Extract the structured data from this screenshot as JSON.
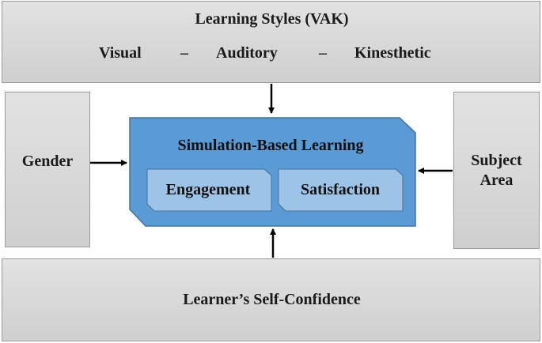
{
  "top": {
    "title": "Learning Styles (VAK)",
    "styles": [
      "Visual",
      "Auditory",
      "Kinesthetic"
    ],
    "separator": "–"
  },
  "left": {
    "label": "Gender"
  },
  "right": {
    "label": "Subject Area"
  },
  "bottom": {
    "label": "Learner’s Self-Confidence"
  },
  "center": {
    "title": "Simulation-Based Learning",
    "components": [
      "Engagement",
      "Satisfaction"
    ]
  },
  "colors": {
    "outer_box": "#d6d6d6",
    "center_box": "#5b9bd5",
    "inner_box": "#9dc3e6",
    "arrow": "#000000"
  }
}
